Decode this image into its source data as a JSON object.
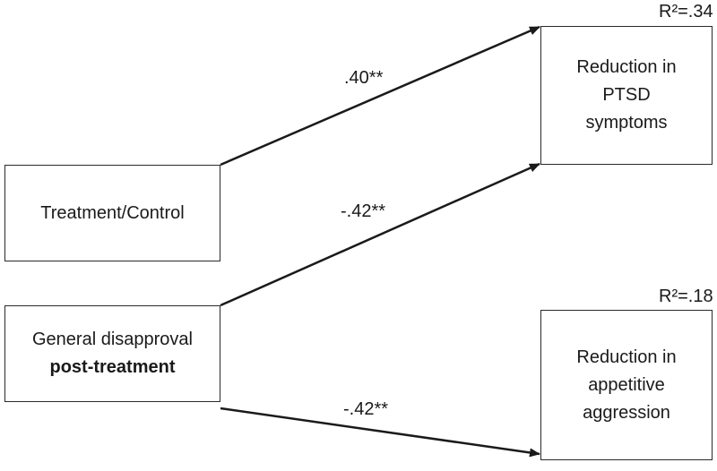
{
  "nodes": {
    "treatment": {
      "lines": [
        "Treatment/Control"
      ]
    },
    "disapproval": {
      "line1": "General disapproval",
      "line2": "post-treatment"
    },
    "ptsd": {
      "lines": [
        "Reduction in",
        "PTSD",
        "symptoms"
      ],
      "r2": "R²=.34"
    },
    "aggression": {
      "lines": [
        "Reduction in",
        "appetitive",
        "aggression"
      ],
      "r2": "R²=.18"
    }
  },
  "paths": [
    {
      "from": "Treatment/Control",
      "to": "Reduction in PTSD symptoms",
      "coefficient": ".40**"
    },
    {
      "from": "General disapproval post-treatment",
      "to": "Reduction in PTSD symptoms",
      "coefficient": "-.42**"
    },
    {
      "from": "General disapproval post-treatment",
      "to": "Reduction in appetitive aggression",
      "coefficient": "-.42**"
    }
  ],
  "colors": {
    "line": "#1a1a1a",
    "box_border": "#2a2a2a",
    "background": "#ffffff"
  }
}
